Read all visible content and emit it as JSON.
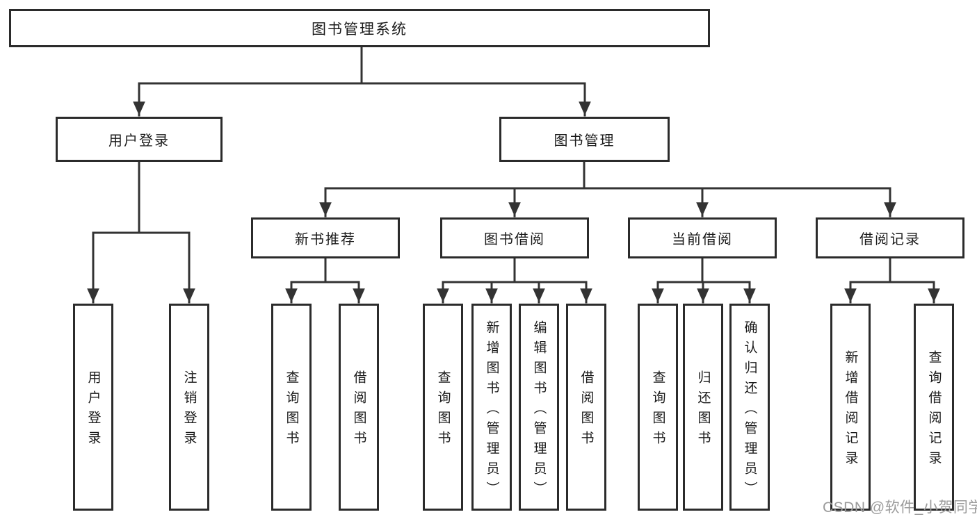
{
  "tree": {
    "root": {
      "label": "图书管理系统",
      "children": [
        {
          "label": "用户登录",
          "children": [
            {
              "label": "用户登录"
            },
            {
              "label": "注销登录"
            }
          ]
        },
        {
          "label": "图书管理",
          "children": [
            {
              "label": "新书推荐",
              "children": [
                {
                  "label": "查询图书"
                },
                {
                  "label": "借阅图书"
                }
              ]
            },
            {
              "label": "图书借阅",
              "children": [
                {
                  "label": "查询图书"
                },
                {
                  "label": "新增图书（管理员）"
                },
                {
                  "label": "编辑图书（管理员）"
                },
                {
                  "label": "借阅图书"
                }
              ]
            },
            {
              "label": "当前借阅",
              "children": [
                {
                  "label": "查询图书"
                },
                {
                  "label": "归还图书"
                },
                {
                  "label": "确认归还（管理员）"
                }
              ]
            },
            {
              "label": "借阅记录",
              "children": [
                {
                  "label": "新增借阅记录"
                },
                {
                  "label": "查询借阅记录"
                }
              ]
            }
          ]
        }
      ]
    }
  },
  "watermark": {
    "text": "CSDN @软件_小贺同学"
  },
  "colors": {
    "line": "#333333",
    "border": "#2b2b2b",
    "text": "#1a1a1a",
    "watermark": "#9b9b9b",
    "background": "#ffffff"
  }
}
